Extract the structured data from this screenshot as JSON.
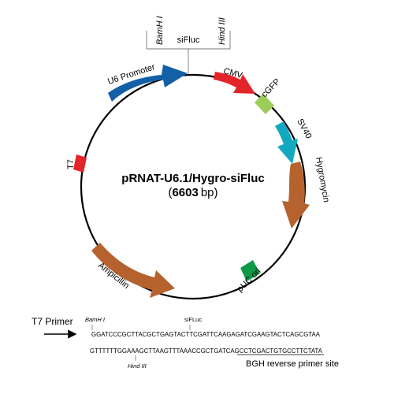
{
  "plasmid": {
    "name": "pRNAT-U6.1/Hygro-siFluc",
    "size_number": "6603",
    "size_unit": "bp",
    "size_open": "(",
    "size_close": ")"
  },
  "cloning_site": {
    "left_site": "BamH I",
    "insert": "siFluc",
    "right_site": "Hind III"
  },
  "features": [
    {
      "name": "U6 Promoter",
      "color": "#1460a8",
      "type": "arrow"
    },
    {
      "name": "CMV",
      "color": "#e3242b",
      "type": "arrow"
    },
    {
      "name": "cGFP",
      "color": "#9ccc5a",
      "type": "box"
    },
    {
      "name": "SV40",
      "color": "#12a9c0",
      "type": "arrow"
    },
    {
      "name": "Hygromycin",
      "color": "#b5622e",
      "type": "arrow"
    },
    {
      "name": "pUC ori",
      "color": "#0c9a48",
      "type": "box"
    },
    {
      "name": "Ampicillin",
      "color": "#b5622e",
      "type": "arrow"
    },
    {
      "name": "T7",
      "color": "#e3242b",
      "type": "box"
    }
  ],
  "sequence": {
    "primer_label": "T7 Primer",
    "site_top_left": "BamH I",
    "site_top_mid": "siFLuc",
    "line1": "GGATCCCGCTTACGCTGAGTACTTCGATTCAAGAGATCGAAGTACTCAGCGTAA",
    "line2_plain": "GTTTTTTGGAAAGCTTAAGTTTAAACCGCTGATCAG",
    "line2_underlined": "CCTCGACTGTGCCTTCTATA",
    "site_bottom": "Hind III",
    "reverse_primer_label": "BGH reverse primer site"
  }
}
